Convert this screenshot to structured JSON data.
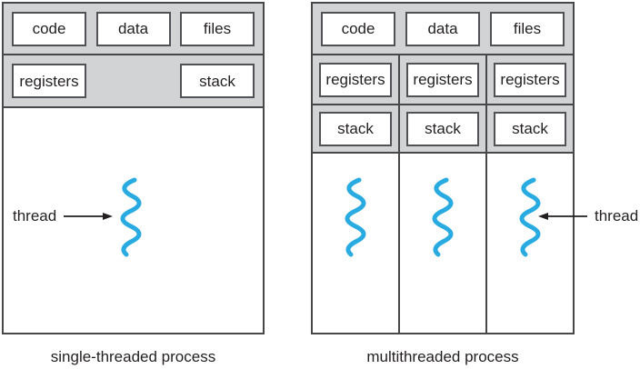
{
  "figure": {
    "description": "Comparison of a single-threaded process and a multithreaded process"
  },
  "colors": {
    "band_gray": "#d2d3d5",
    "border_dark": "#47484a",
    "box_border": "#515256",
    "text": "#231f20",
    "thread_blue": "#29abe2",
    "box_fill": "#ffffff"
  },
  "single": {
    "caption": "single-threaded process",
    "code_label": "code",
    "data_label": "data",
    "files_label": "files",
    "registers_label": "registers",
    "stack_label": "stack",
    "thread_label": "thread",
    "thread_count": 1
  },
  "multi": {
    "caption": "multithreaded process",
    "code_label": "code",
    "data_label": "data",
    "files_label": "files",
    "columns": [
      {
        "registers_label": "registers",
        "stack_label": "stack"
      },
      {
        "registers_label": "registers",
        "stack_label": "stack"
      },
      {
        "registers_label": "registers",
        "stack_label": "stack"
      }
    ],
    "thread_label": "thread",
    "thread_count": 3
  }
}
